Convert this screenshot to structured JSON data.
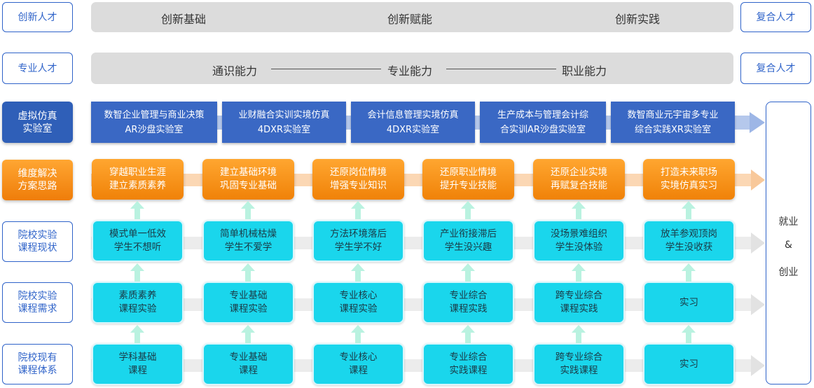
{
  "left_labels": [
    "创新人才",
    "专业人才",
    "虚拟仿真\n实验室",
    "维度解决\n方案思路",
    "院校实验\n课程现状",
    "院校实验\n课程需求",
    "院校现有\n课程体系"
  ],
  "right_labels": [
    "复合人才",
    "复合人才"
  ],
  "innovation_bar": [
    "创新基础",
    "创新赋能",
    "创新实践"
  ],
  "ability_bar": [
    "通识能力",
    "专业能力",
    "职业能力"
  ],
  "labs": [
    "数智企业管理与商业决策\nAR沙盘实验室",
    "业财融合实训实境仿真\n4DXR实验室",
    "会计信息管理实境仿真\n4DXR实验室",
    "生产成本与管理会计综\n合实训AR沙盘实验室",
    "数智商业元宇宙多专业\n综合实践XR实验室"
  ],
  "solutions": [
    "穿越职业生涯\n建立素质素养",
    "建立基础环境\n巩固专业基础",
    "还原岗位情境\n增强专业知识",
    "还原职业情境\n提升专业技能",
    "还原企业实境\n再赋复合技能",
    "打造未来职场\n实境仿真实习"
  ],
  "current_status": [
    "模式单一低效\n学生不想听",
    "简单机械枯燥\n学生不爱学",
    "方法环境落后\n学生学不好",
    "产业衔接滞后\n学生没兴趣",
    "没场景难组织\n学生没体验",
    "放羊参观顶岗\n学生没收获"
  ],
  "needs": [
    "素质素养\n课程实验",
    "专业基础\n课程实验",
    "专业核心\n课程实验",
    "专业综合\n课程实践",
    "跨专业综合\n课程实践",
    "实习"
  ],
  "existing": [
    "学科基础\n课程",
    "专业基础\n课程",
    "专业核心\n课程",
    "专业综合\n实践课程",
    "跨专业综合\n实践课程",
    "实习"
  ],
  "outcome": {
    "line1": "就业",
    "line2": "&",
    "line3": "创业"
  },
  "colors": {
    "blue": "#2f63c9",
    "lab": "#3a68c4",
    "orange": "#f08208",
    "cyan": "#1ad6ec",
    "gray": "#dcdcdc"
  }
}
